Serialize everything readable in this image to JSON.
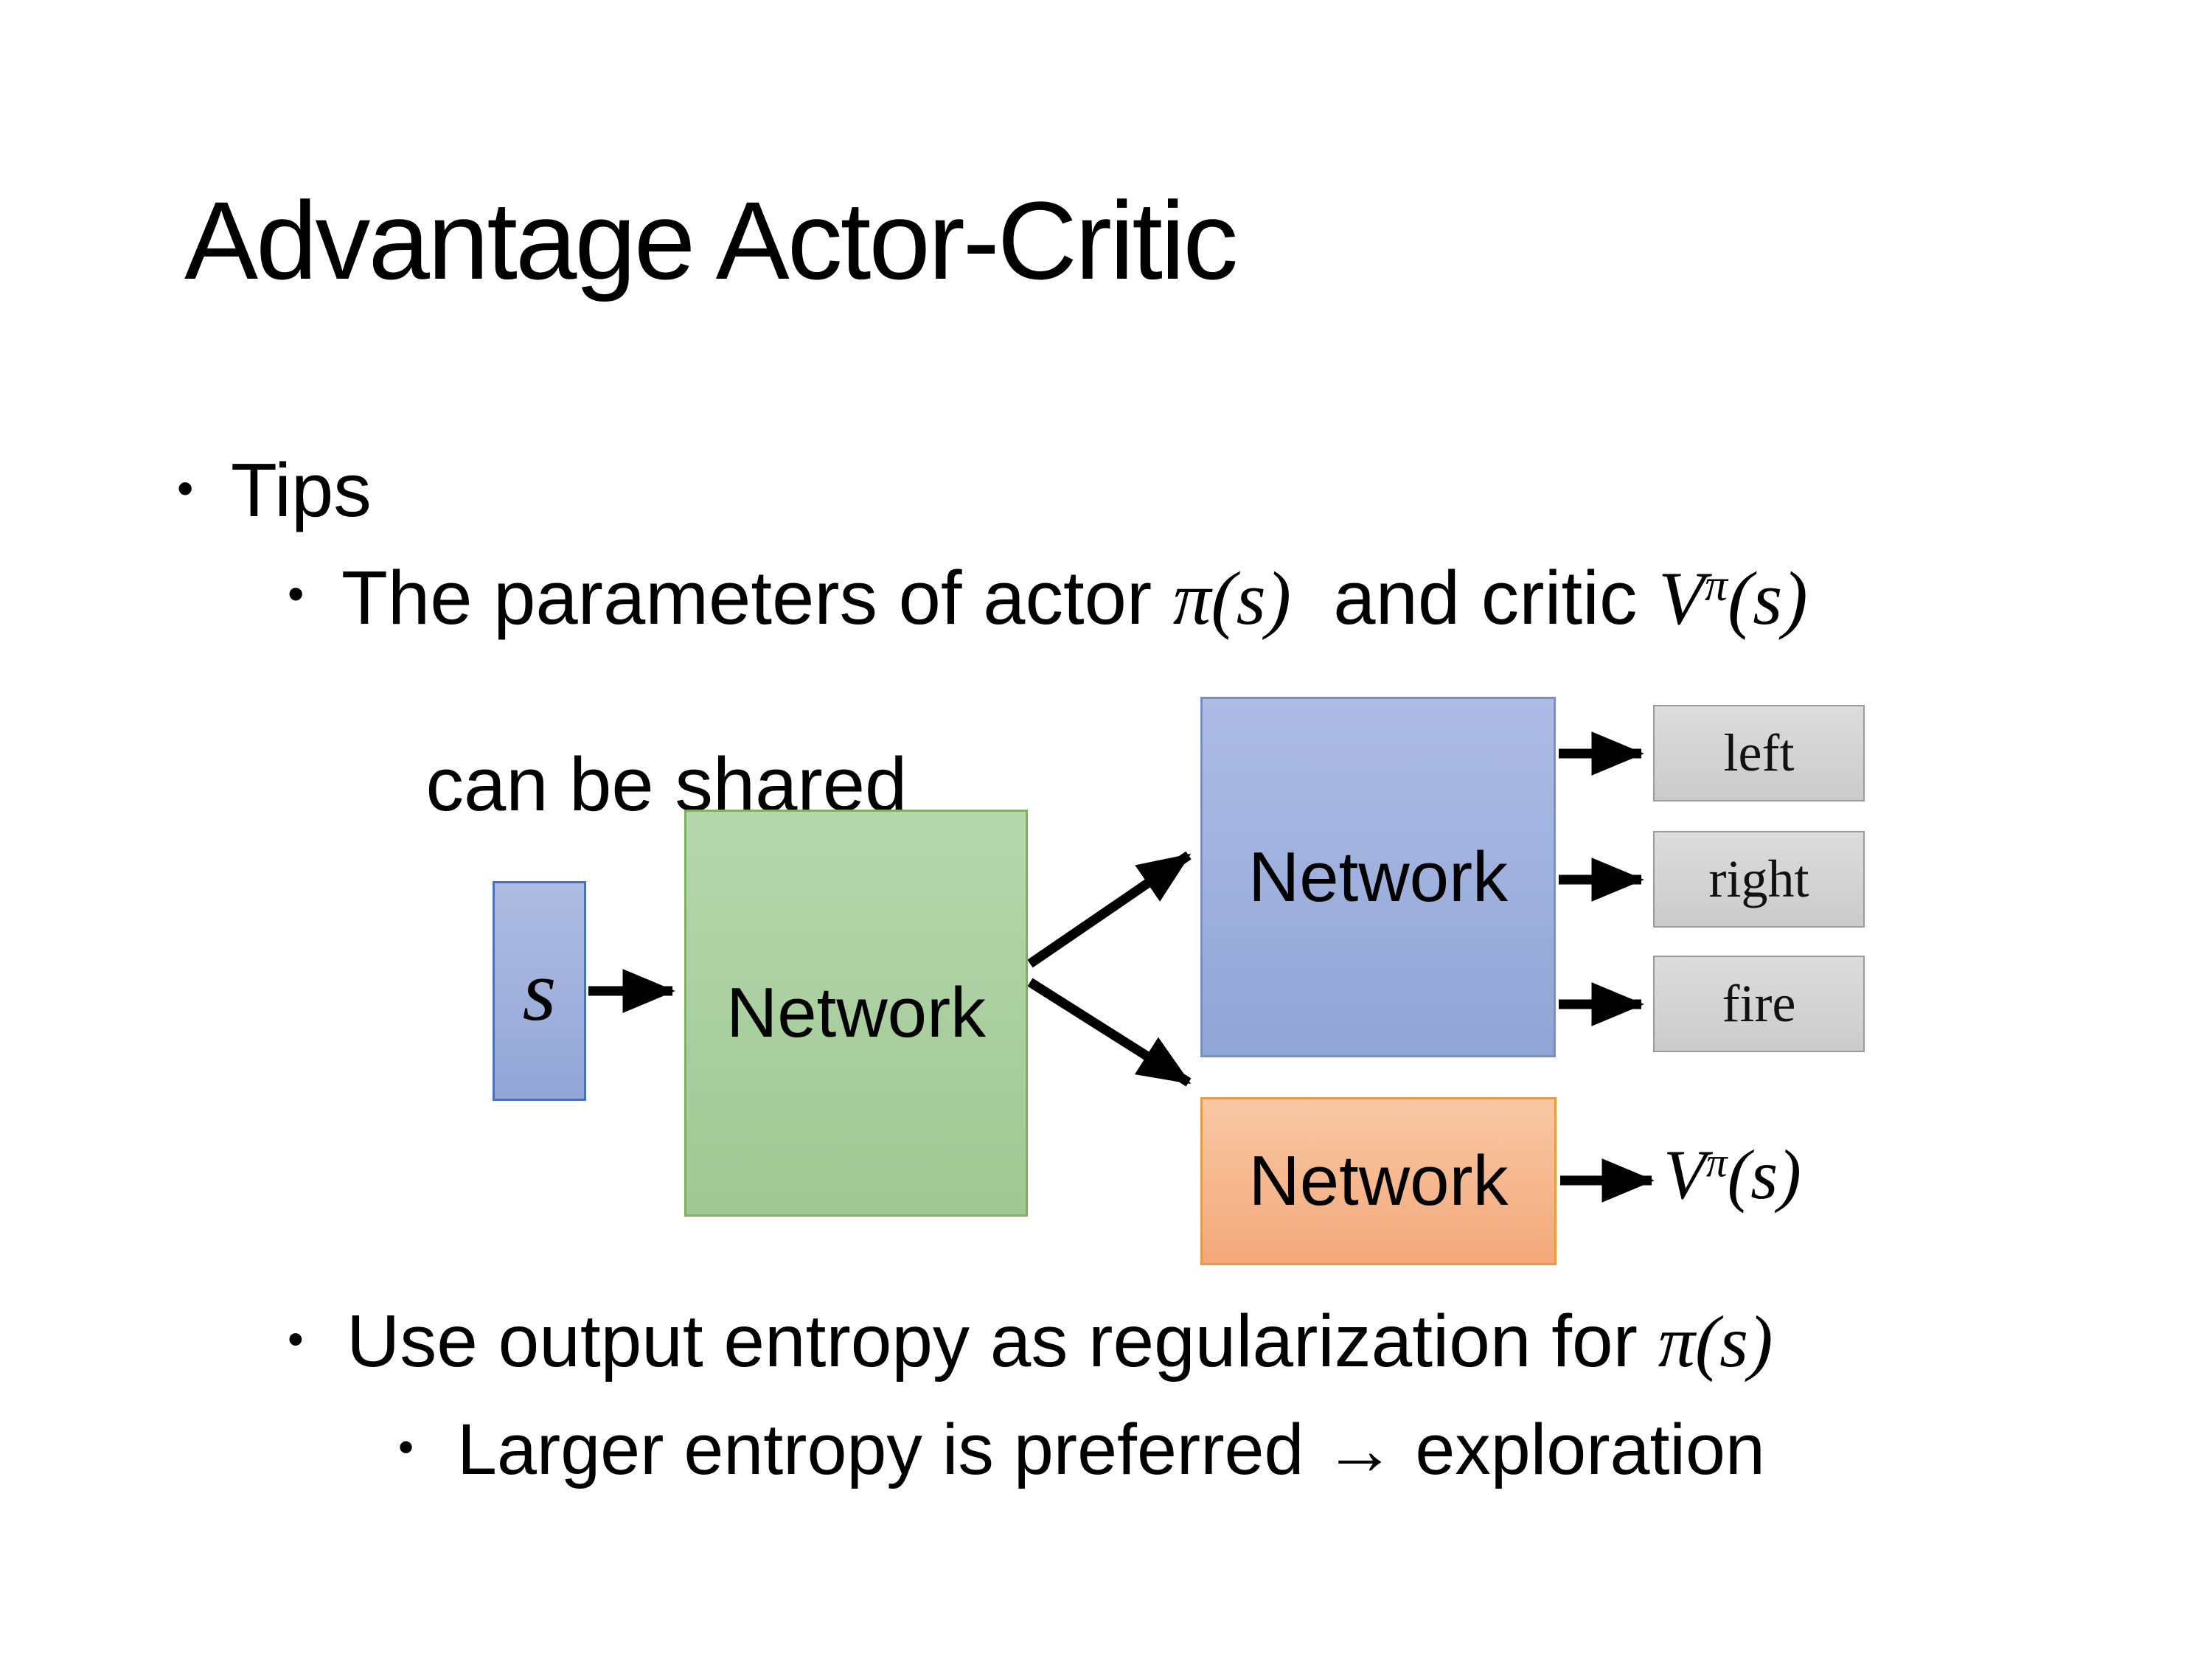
{
  "bullet_char": "•",
  "slide": {
    "title": "Advantage Actor-Critic"
  },
  "bullets": {
    "tips": "Tips",
    "sub1": {
      "text_pre": "The parameters of actor ",
      "actor_math": "π(s)",
      "text_mid": "  and critic ",
      "critic_base": "V",
      "critic_sup": "π",
      "critic_args": "(s)",
      "line2": "can be shared"
    },
    "sub2": {
      "text_pre": "Use output entropy as regularization for ",
      "math": "π(s)"
    },
    "sub3": "Larger entropy is preferred → exploration"
  },
  "diagram": {
    "input_label": "s",
    "shared_network_label": "Network",
    "actor_network_label": "Network",
    "critic_network_label": "Network",
    "actions": [
      "left",
      "right",
      "fire"
    ],
    "critic_output": {
      "base": "V",
      "sup": "π",
      "args": "(s)"
    },
    "colors": {
      "state_box_fill": "#a3b2da",
      "state_box_border": "#4a70be",
      "shared_box_fill": "#acd1a2",
      "shared_box_border": "#7fb163",
      "actor_box_fill": "#9fafdc",
      "actor_box_border": "#7b8fc7",
      "critic_box_fill": "#f5b78f",
      "critic_box_border": "#e99a44",
      "action_box_fill": "#d4d4d4",
      "action_box_border": "#9b9b9b",
      "arrow": "#000000"
    }
  }
}
